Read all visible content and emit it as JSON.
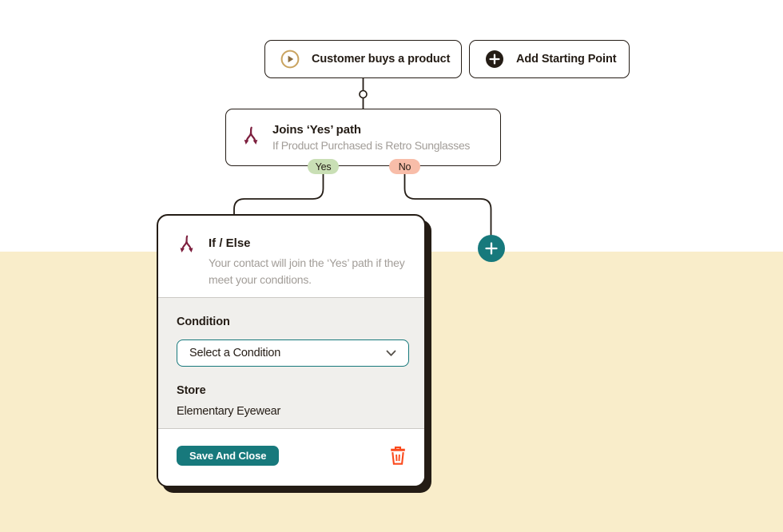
{
  "colors": {
    "dark": "#241c15",
    "teal": "#17797c",
    "maroon": "#7d1f3e",
    "gold": "#c9a35f",
    "gold_dark": "#8c6d3f",
    "orange": "#fb4a1d",
    "green": "#c9dfb5",
    "salmon": "#f8bda9",
    "cream": "#f9edca",
    "panel": "#f0efec",
    "muted": "#a29d98",
    "divider": "#ccc9c5"
  },
  "icons": {
    "trigger": "play-icon",
    "add_starting_point": "plus-icon",
    "condition_node": "branch-split-icon",
    "editor_card": "branch-split-icon",
    "select": "chevron-down-icon",
    "delete": "trash-icon",
    "add_step": "plus-icon"
  },
  "trigger_node": {
    "label": "Customer buys a product"
  },
  "add_starting_point": {
    "label": "Add Starting Point"
  },
  "condition_node": {
    "title": "Joins ‘Yes’ path",
    "subtitle": "If Product Purchased is Retro Sunglasses",
    "yes_label": "Yes",
    "no_label": "No"
  },
  "editor_card": {
    "title": "If / Else",
    "description": "Your contact will join the ‘Yes’ path if they meet your conditions.",
    "condition_label": "Condition",
    "condition_select": {
      "value": "Select a Condition"
    },
    "store_label": "Store",
    "store_value": "Elementary Eyewear",
    "save_button_label": "Save And Close"
  }
}
